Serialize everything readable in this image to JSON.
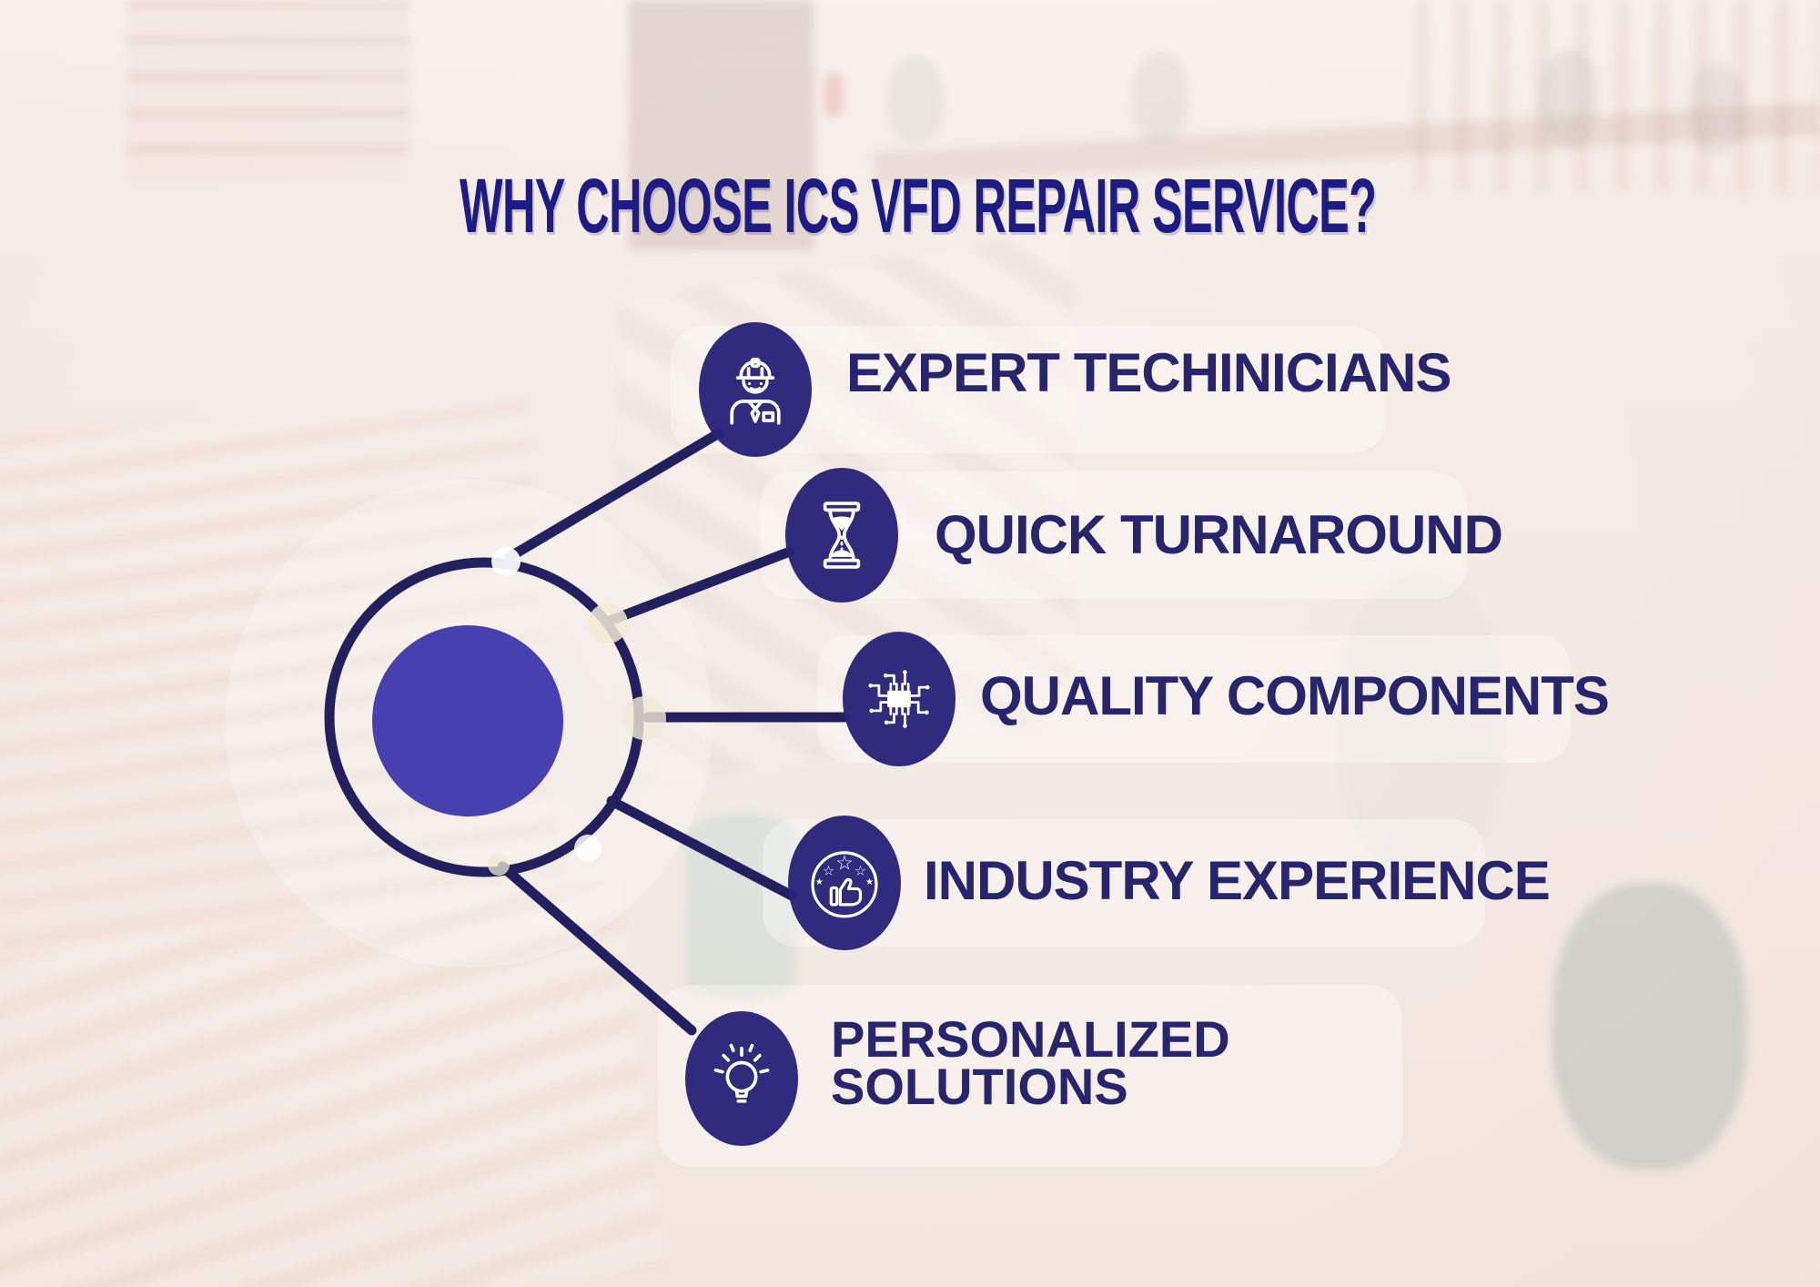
{
  "title": "WHY CHOOSE ICS VFD REPAIR SERVICE?",
  "items": [
    {
      "label": "EXPERT TECHINICIANS",
      "icon": "technician-icon"
    },
    {
      "label": "QUICK TURNAROUND",
      "icon": "hourglass-icon"
    },
    {
      "label": "QUALITY COMPONENTS",
      "icon": "microchip-icon"
    },
    {
      "label": "INDUSTRY EXPERIENCE",
      "icon": "thumbs-up-stars-icon"
    },
    {
      "label": "PERSONALIZED SOLUTIONS",
      "icon": "lightbulb-icon"
    }
  ],
  "colors": {
    "title_navy": "#1d1c85",
    "label_navy": "#26256e",
    "line_navy": "#23205f",
    "icon_circle_navy": "#292279",
    "hub_core_blue": "#2d26a8",
    "cream_dot": "#f3ead6",
    "background_tint": "#efe2da"
  }
}
